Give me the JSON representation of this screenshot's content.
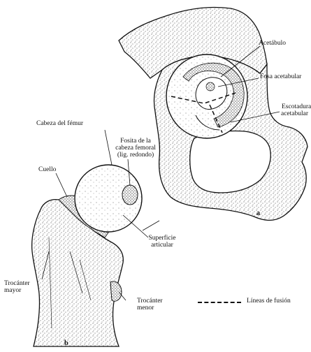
{
  "labels": {
    "acetabulo": "Acetábulo",
    "fosa_acetabular": "Fosa acetabular",
    "escotadura_1": "Escotadura",
    "escotadura_2": "acetabular",
    "cabeza_femur": "Cabeza del fémur",
    "fosita_1": "Fosita de la",
    "fosita_2": "cabeza femoral",
    "fosita_3": "(lig. redondo)",
    "cuello": "Cuello",
    "superficie_1": "Superficie",
    "superficie_2": "articular",
    "trocanter_mayor_1": "Trocánter",
    "trocanter_mayor_2": "mayor",
    "trocanter_menor_1": "Trocánter",
    "trocanter_menor_2": "menor",
    "legend_fusion": "Líneas de fusión",
    "panel_a": "a",
    "panel_b": "b"
  },
  "colors": {
    "ink": "#111111",
    "background": "#ffffff"
  }
}
